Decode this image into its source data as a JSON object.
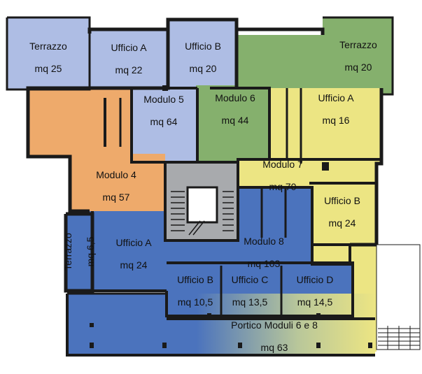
{
  "colors": {
    "blue_light": "#aebde4",
    "blue_dark": "#4b73bd",
    "green": "#85b06d",
    "orange": "#eeaa6b",
    "yellow": "#ece583",
    "wall": "#1a1a1a",
    "stair_gray": "#a8aaad"
  },
  "rooms": {
    "terrazzo_nw": {
      "name": "Terrazzo",
      "area": "mq 25"
    },
    "ufficio_a_top": {
      "name": "Ufficio A",
      "area": "mq 22"
    },
    "ufficio_b_top": {
      "name": "Ufficio B",
      "area": "mq 20"
    },
    "terrazzo_ne": {
      "name": "Terrazzo",
      "area": "mq 20"
    },
    "modulo_5": {
      "name": "Modulo 5",
      "area": "mq 64"
    },
    "modulo_6": {
      "name": "Modulo 6",
      "area": "mq 44"
    },
    "ufficio_a_right": {
      "name": "Ufficio A",
      "area": "mq 16"
    },
    "modulo_4": {
      "name": "Modulo 4",
      "area": "mq 57"
    },
    "modulo_7": {
      "name": "Modulo 7",
      "area": "mq 70"
    },
    "ufficio_b_right": {
      "name": "Ufficio B",
      "area": "mq 24"
    },
    "terrazzo_w": {
      "name": "Terrazzo",
      "area": "mq 6,5"
    },
    "ufficio_a_bottom": {
      "name": "Ufficio A",
      "area": "mq 24"
    },
    "modulo_8": {
      "name": "Modulo 8",
      "area": "mq 103"
    },
    "ufficio_b_bottom": {
      "name": "Ufficio B",
      "area": "mq 10,5"
    },
    "ufficio_c_bottom": {
      "name": "Ufficio C",
      "area": "mq 13,5"
    },
    "ufficio_d_bottom": {
      "name": "Ufficio D",
      "area": "mq 14,5"
    },
    "portico": {
      "name": "Portico Moduli 6 e 8",
      "area": "mq 63"
    }
  }
}
